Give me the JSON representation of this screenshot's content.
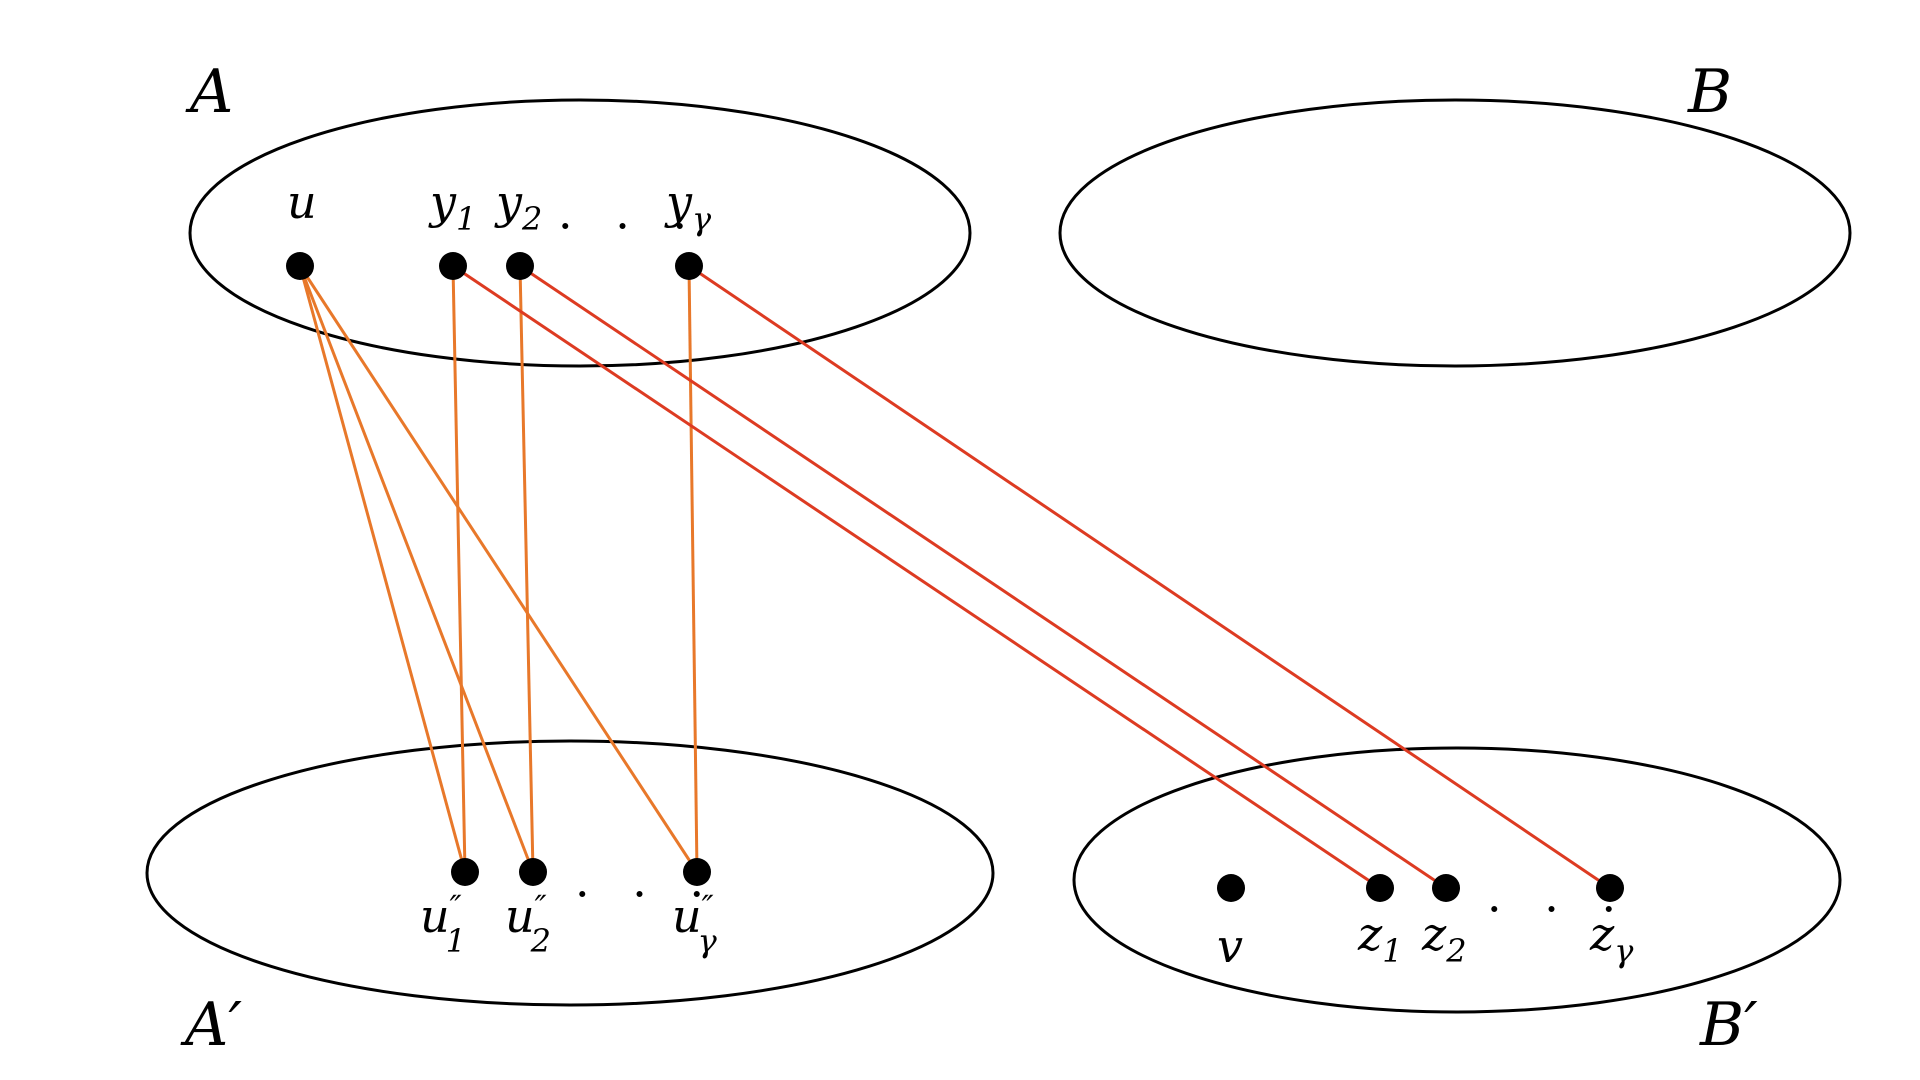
{
  "sets": {
    "A": "A",
    "B": "B",
    "A_prime": "A′",
    "B_prime": "B′"
  },
  "vertices": {
    "u": "u",
    "y1": {
      "base": "y",
      "sub": "1"
    },
    "y2": {
      "base": "y",
      "sub": "2"
    },
    "ygamma": {
      "base": "y",
      "sub": "γ"
    },
    "u1": {
      "base": "u",
      "prime": "″",
      "sub": "1"
    },
    "u2": {
      "base": "u",
      "prime": "″",
      "sub": "2"
    },
    "ugamma": {
      "base": "u",
      "prime": "″",
      "sub": "γ"
    },
    "v": "v",
    "z1": {
      "base": "z",
      "sub": "1"
    },
    "z2": {
      "base": "z",
      "sub": "2"
    },
    "zgamma": {
      "base": "z",
      "sub": "γ"
    }
  },
  "ellipsis": "· · ·",
  "colors": {
    "orange_edge": "#e8782a",
    "red_edge": "#dd3b22",
    "outline": "#000000",
    "vertex": "#000000"
  }
}
